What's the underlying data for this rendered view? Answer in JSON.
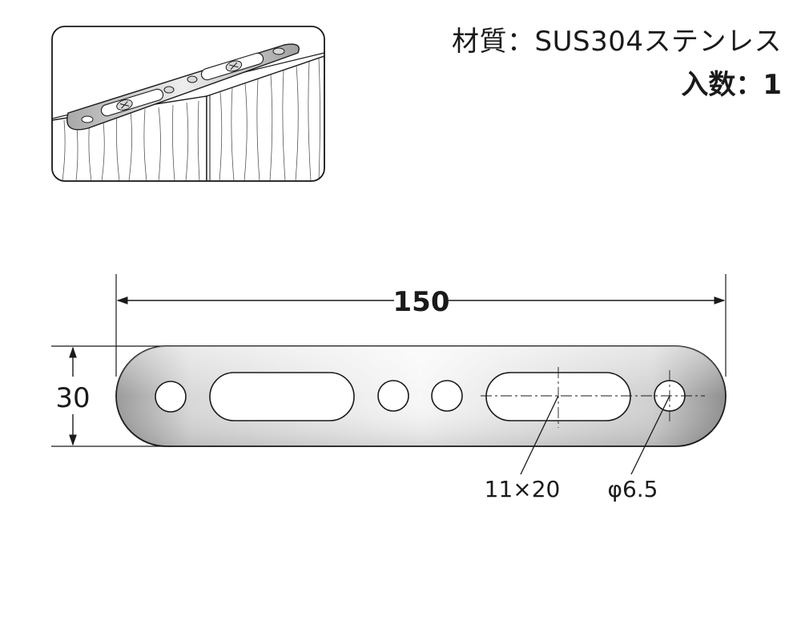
{
  "spec": {
    "material": "材質：SUS304ステンレス",
    "quantity": "入数：1"
  },
  "dimensions": {
    "length": "150",
    "width": "30",
    "slot": "11×20",
    "hole": "φ6.5"
  },
  "colors": {
    "line": "#1a1a1a",
    "plate_light": "#f4f4f4",
    "plate_mid": "#c9c9c9",
    "plate_dark": "#8d8d8d"
  },
  "icons": {
    "installation": "wood-joint-plate-illustration"
  }
}
